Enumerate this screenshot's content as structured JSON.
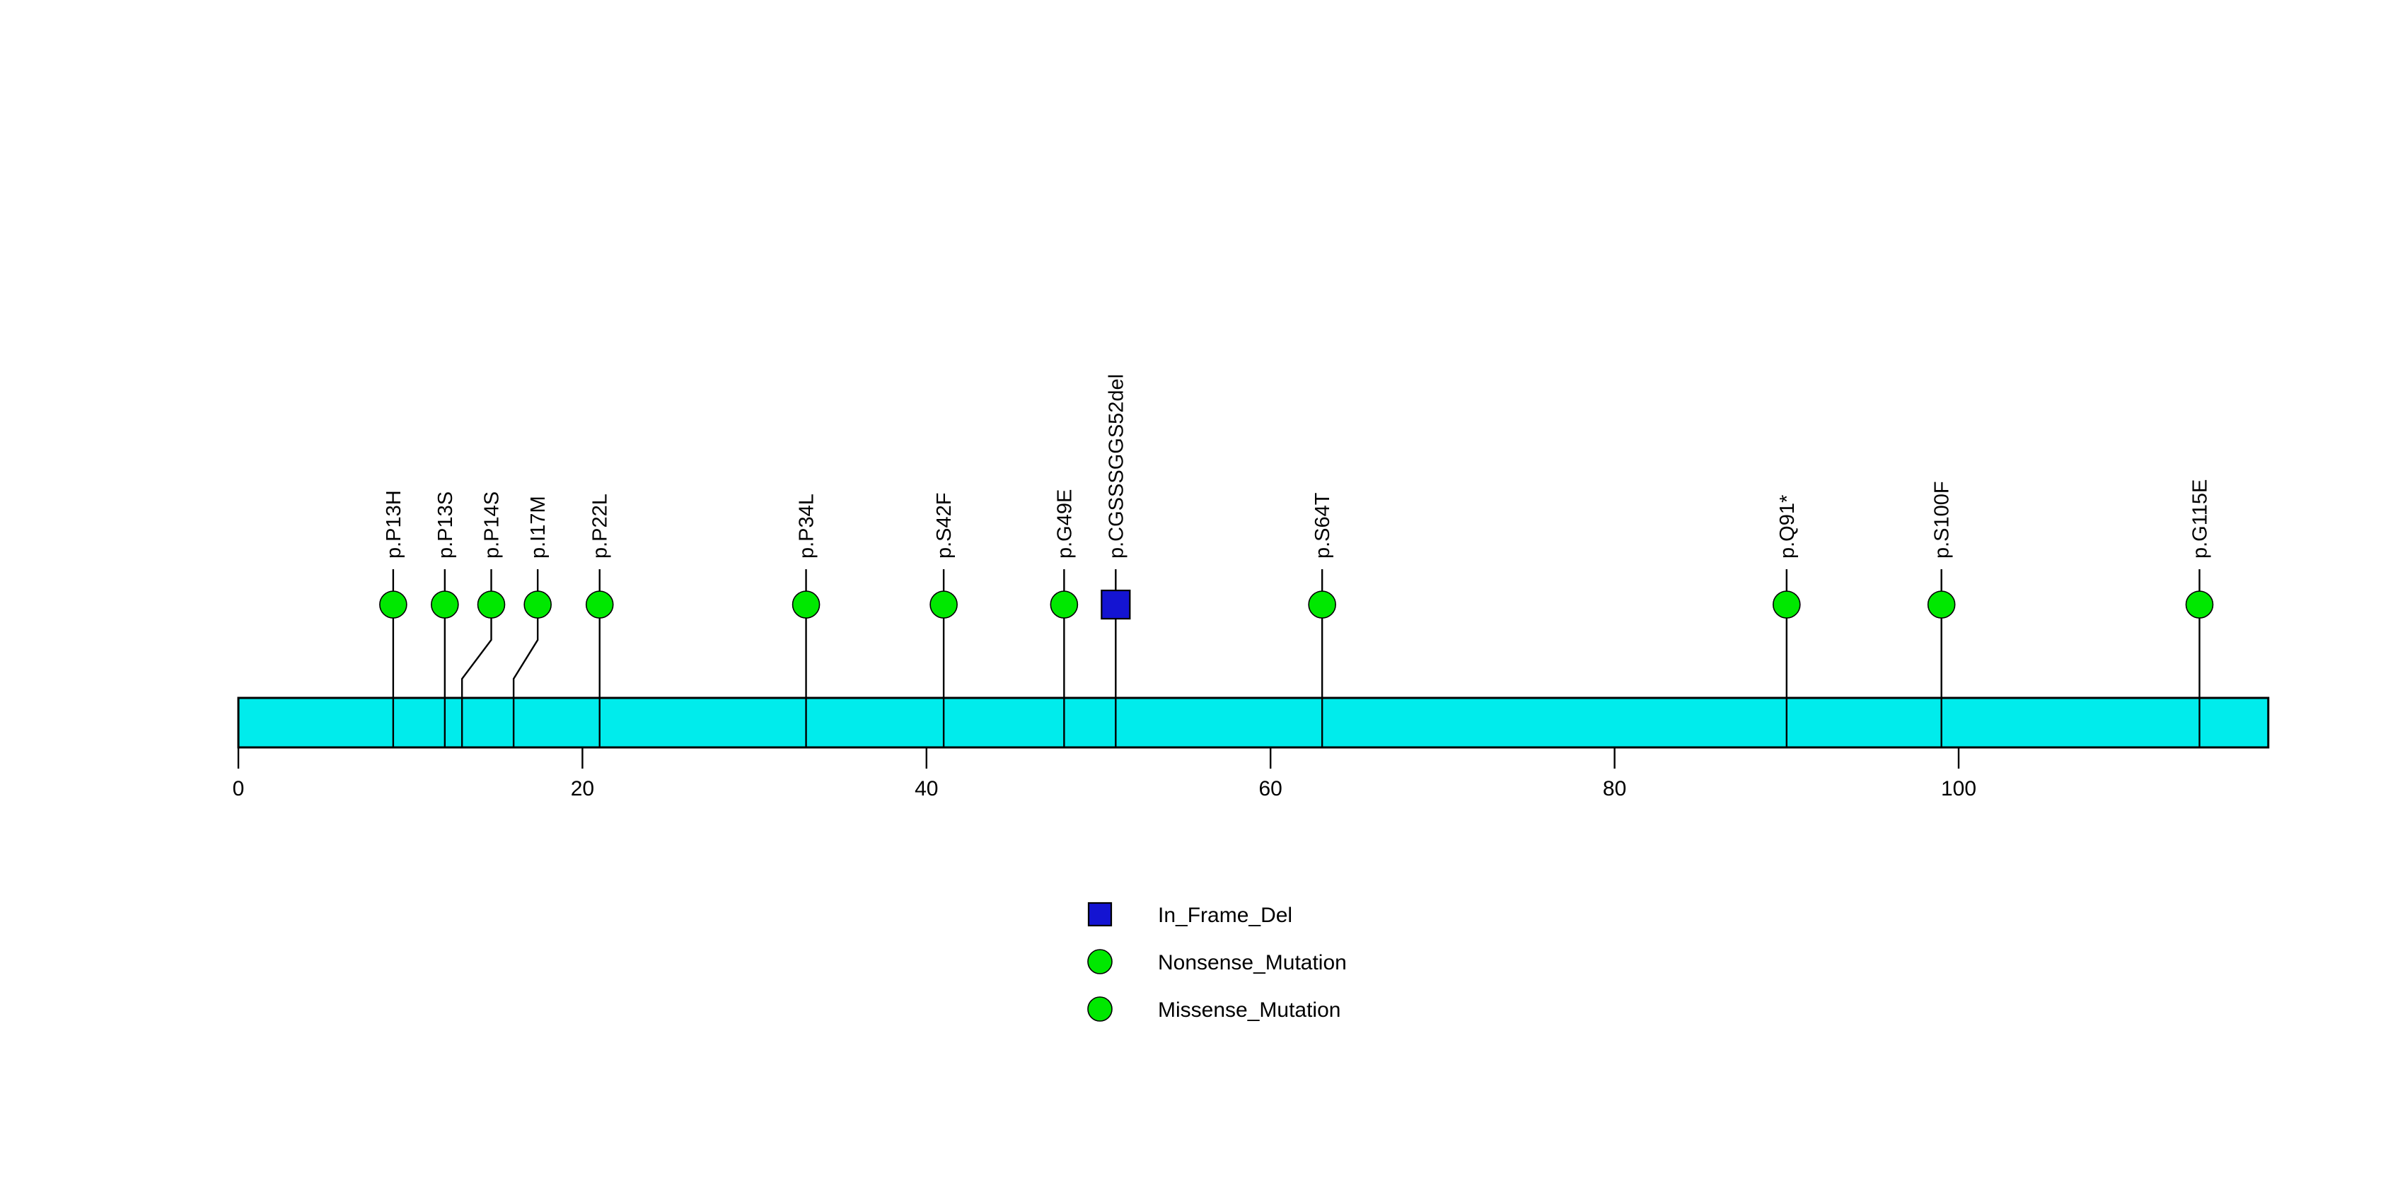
{
  "chart_data": {
    "type": "lollipop",
    "title": "",
    "subtitle": "",
    "xlabel": "",
    "ylabel": "",
    "xlim": [
      0,
      118
    ],
    "grid": false,
    "protein_bar": {
      "start": 0,
      "end": 118,
      "color": "#00ecec",
      "border_color": "#000000"
    },
    "axis": {
      "ticks": [
        0,
        20,
        40,
        60,
        80,
        100
      ],
      "tick_labels": [
        "0",
        "20",
        "40",
        "60",
        "80",
        "100"
      ]
    },
    "mutations": [
      {
        "label": "p.P13H",
        "position": 9,
        "label_x": 9,
        "count": 1,
        "type": "Missense_Mutation",
        "shape": "circle",
        "color": "#00e800"
      },
      {
        "label": "p.P13S",
        "position": 12,
        "label_x": 12,
        "count": 1,
        "type": "Missense_Mutation",
        "shape": "circle",
        "color": "#00e800"
      },
      {
        "label": "p.P14S",
        "position": 13,
        "label_x": 14.7,
        "count": 1,
        "type": "Missense_Mutation",
        "shape": "circle",
        "color": "#00e800"
      },
      {
        "label": "p.I17M",
        "position": 16,
        "label_x": 17.4,
        "count": 1,
        "type": "Missense_Mutation",
        "shape": "circle",
        "color": "#00e800"
      },
      {
        "label": "p.P22L",
        "position": 21,
        "label_x": 21,
        "count": 1,
        "type": "Missense_Mutation",
        "shape": "circle",
        "color": "#00e800"
      },
      {
        "label": "p.P34L",
        "position": 33,
        "label_x": 33,
        "count": 1,
        "type": "Missense_Mutation",
        "shape": "circle",
        "color": "#00e800"
      },
      {
        "label": "p.S42F",
        "position": 41,
        "label_x": 41,
        "count": 1,
        "type": "Missense_Mutation",
        "shape": "circle",
        "color": "#00e800"
      },
      {
        "label": "p.G49E",
        "position": 48,
        "label_x": 48,
        "count": 1,
        "type": "Missense_Mutation",
        "shape": "circle",
        "color": "#00e800"
      },
      {
        "label": "p.CGSSSGGS52del",
        "position": 51,
        "label_x": 51,
        "count": 1,
        "type": "In_Frame_Del",
        "shape": "square",
        "color": "#1414d2"
      },
      {
        "label": "p.S64T",
        "position": 63,
        "label_x": 63,
        "count": 1,
        "type": "Missense_Mutation",
        "shape": "circle",
        "color": "#00e800"
      },
      {
        "label": "p.Q91*",
        "position": 90,
        "label_x": 90,
        "count": 1,
        "type": "Nonsense_Mutation",
        "shape": "circle",
        "color": "#00e800"
      },
      {
        "label": "p.S100F",
        "position": 99,
        "label_x": 99,
        "count": 1,
        "type": "Missense_Mutation",
        "shape": "circle",
        "color": "#00e800"
      },
      {
        "label": "p.G115E",
        "position": 114,
        "label_x": 114,
        "count": 1,
        "type": "Missense_Mutation",
        "shape": "circle",
        "color": "#00e800"
      }
    ],
    "legend": {
      "position": "bottom-center",
      "entries": [
        {
          "label": "In_Frame_Del",
          "shape": "square",
          "color": "#1414d2"
        },
        {
          "label": "Nonsense_Mutation",
          "shape": "circle",
          "color": "#00e800"
        },
        {
          "label": "Missense_Mutation",
          "shape": "circle",
          "color": "#00e800"
        }
      ]
    }
  }
}
